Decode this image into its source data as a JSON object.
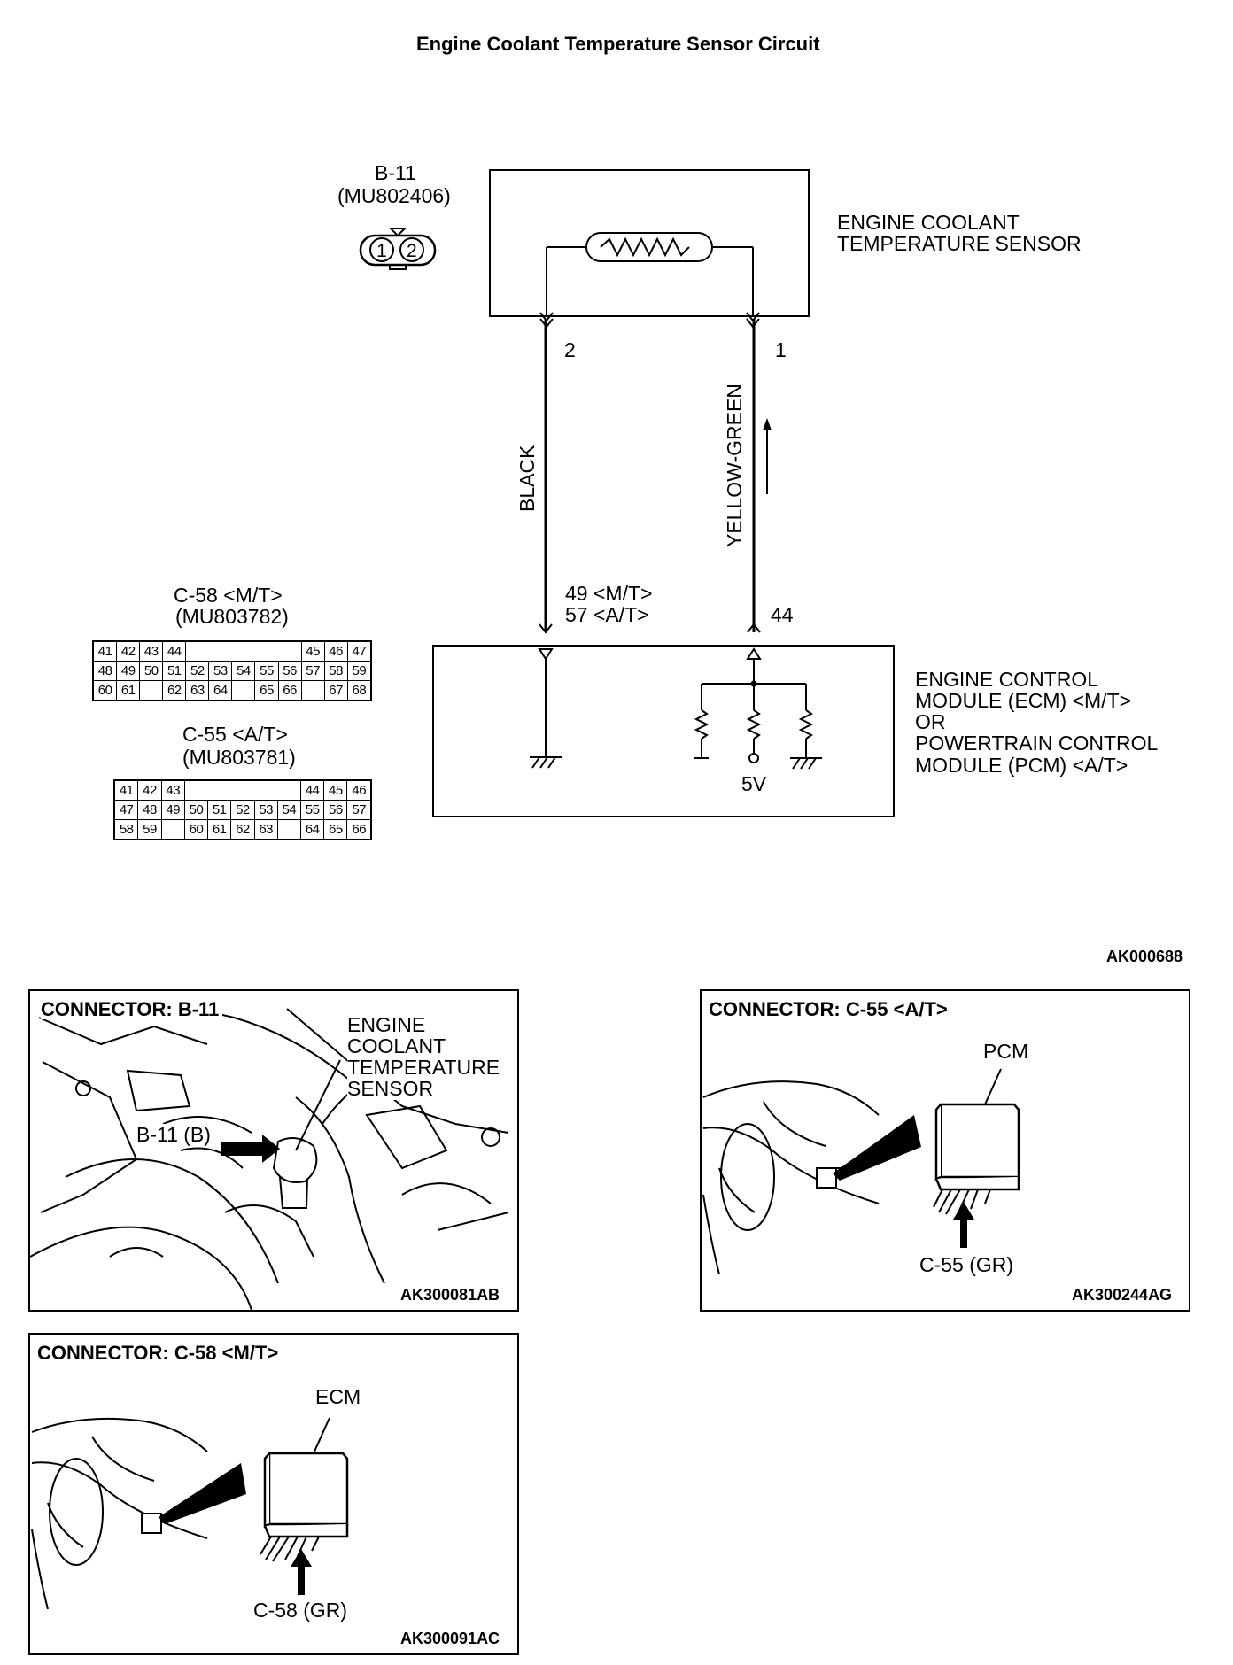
{
  "title": "Engine Coolant Temperature Sensor Circuit",
  "figure_code": "AK000688",
  "sensor_connector": {
    "id": "B-11",
    "part": "(MU802406)",
    "pins": [
      "1",
      "2"
    ]
  },
  "sensor_label": [
    "ENGINE COOLANT",
    "TEMPERATURE SENSOR"
  ],
  "wires": {
    "left": {
      "pin": "2",
      "color": "BLACK",
      "module_pins": [
        "49 <M/T>",
        "57 <A/T>"
      ]
    },
    "right": {
      "pin": "1",
      "color": "YELLOW-GREEN",
      "module_pin": "44"
    }
  },
  "module_label": [
    "ENGINE CONTROL",
    "MODULE (ECM) <M/T>",
    "OR",
    "POWERTRAIN CONTROL",
    "MODULE (PCM) <A/T>"
  ],
  "voltage": "5V",
  "connector_c58": {
    "id": "C-58 <M/T>",
    "part": "(MU803782)",
    "rows": [
      [
        "41",
        "42",
        "43",
        "44",
        "",
        "",
        "",
        "45",
        "46",
        "47"
      ],
      [
        "48",
        "49",
        "50",
        "51",
        "52",
        "53",
        "54",
        "55",
        "56",
        "57",
        "58",
        "59"
      ],
      [
        "60",
        "61",
        "",
        "62",
        "63",
        "64",
        "",
        "65",
        "66",
        "",
        "67",
        "68"
      ]
    ]
  },
  "connector_c55": {
    "id": "C-55 <A/T>",
    "part": "(MU803781)",
    "rows": [
      [
        "41",
        "42",
        "43",
        "",
        "",
        "",
        "",
        "44",
        "45",
        "46"
      ],
      [
        "47",
        "48",
        "49",
        "50",
        "51",
        "52",
        "53",
        "54",
        "55",
        "56",
        "57"
      ],
      [
        "58",
        "59",
        "",
        "60",
        "61",
        "62",
        "63",
        "",
        "64",
        "65",
        "66"
      ]
    ]
  },
  "panels": {
    "b11": {
      "header": "CONNECTOR: B-11",
      "label": [
        "ENGINE",
        "COOLANT",
        "TEMPERATURE",
        "SENSOR"
      ],
      "pointer": "B-11 (B)",
      "code": "AK300081AB"
    },
    "c55": {
      "header": "CONNECTOR: C-55 <A/T>",
      "unit": "PCM",
      "pointer": "C-55 (GR)",
      "code": "AK300244AG"
    },
    "c58": {
      "header": "CONNECTOR: C-58 <M/T>",
      "unit": "ECM",
      "pointer": "C-58 (GR)",
      "code": "AK300091AC"
    }
  }
}
